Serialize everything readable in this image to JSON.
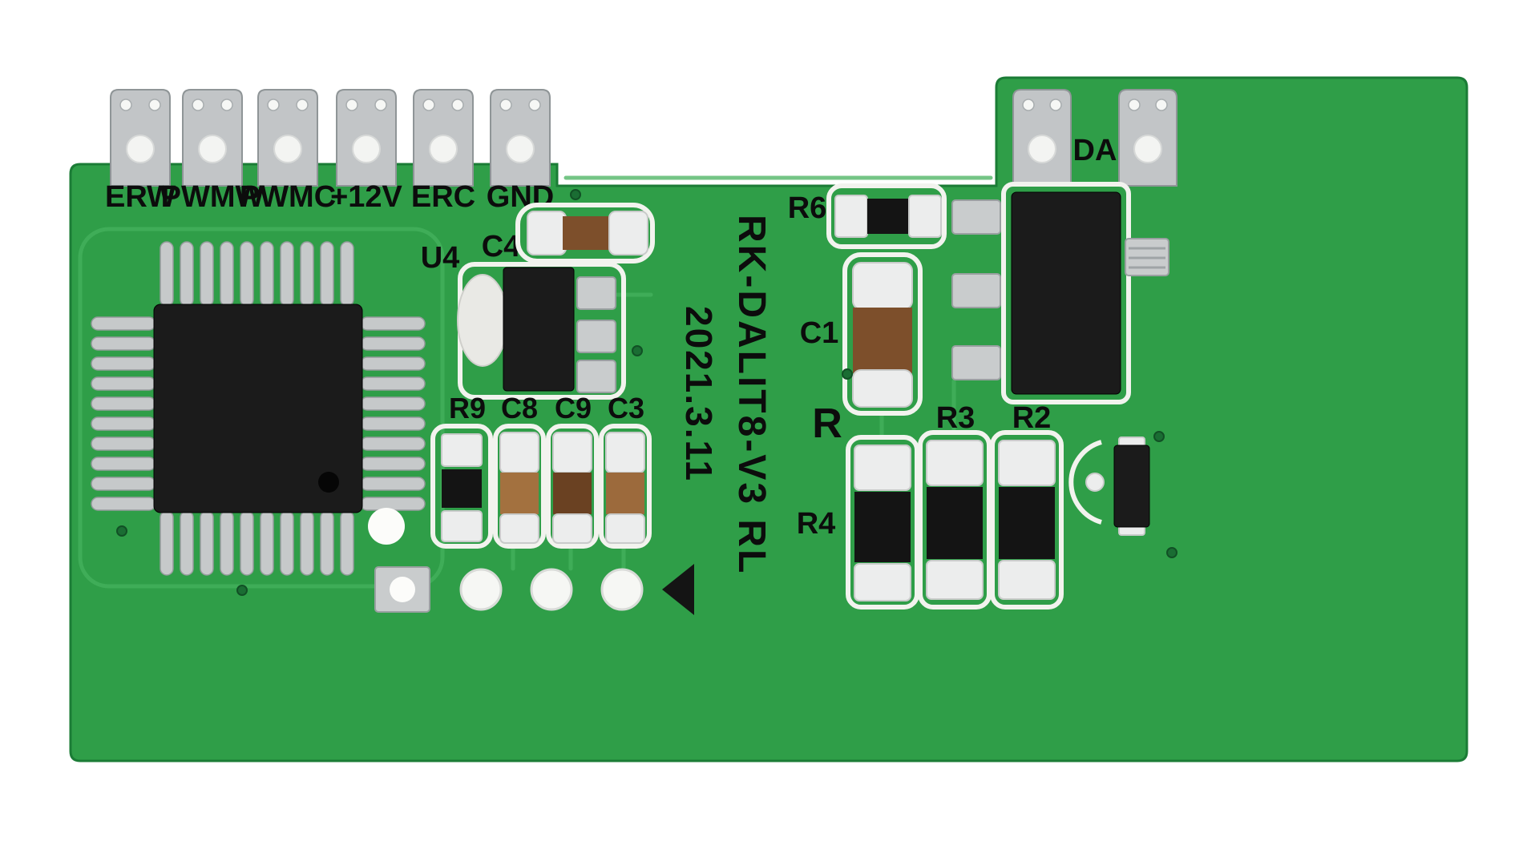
{
  "pcb": {
    "connectors_left": [
      {
        "label": "ERW"
      },
      {
        "label": "PWMW"
      },
      {
        "label": "PWMC"
      },
      {
        "label": "+12V"
      },
      {
        "label": "ERC"
      },
      {
        "label": "GND"
      }
    ],
    "connector_right": {
      "label": "DA"
    },
    "labels": {
      "u4": "U4",
      "c4": "C4",
      "r9": "R9",
      "c8": "C8",
      "c9": "C9",
      "c3": "C3",
      "r6": "R6",
      "c1": "C1",
      "r": "R",
      "r3": "R3",
      "r2": "R2",
      "r4": "R4"
    },
    "vertical_text": {
      "model": "RK-DALIT8-V3 RL",
      "date": "2021.3.11"
    },
    "colors": {
      "background": "#ffffff",
      "board_green": "#2f9e48",
      "trace_green": "#45b15e",
      "silkscreen_white": "#f2f3ee",
      "pad_gray": "#c6c9ca",
      "component_black": "#161616",
      "capacitor_brown": "#7d4f2b",
      "label_text": "#0c0c0c"
    }
  }
}
